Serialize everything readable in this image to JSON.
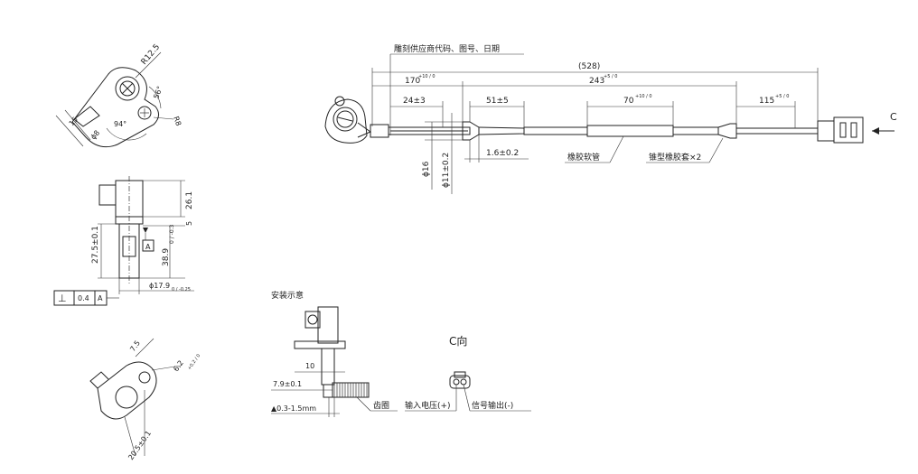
{
  "main_view": {
    "note_engraving": "雕刻供应商代码、图号、日期",
    "dim_total": "(528)",
    "dim_170": "170",
    "dim_170_tol": "+10 / 0",
    "dim_243": "243",
    "dim_243_tol": "+5 / 0",
    "dim_24": "24±3",
    "dim_51": "51±5",
    "dim_70": "70",
    "dim_70_tol": "+10 / 0",
    "dim_115": "115",
    "dim_115_tol": "+5 / 0",
    "dim_1_6": "1.6±0.2",
    "dim_phi16": "ϕ16",
    "dim_phi11": "ϕ11±0.2",
    "label_rubber_hose": "橡胶软管",
    "label_cone_sleeve": "锥型橡胶套×2",
    "view_arrow_label": "C"
  },
  "top_left_view": {
    "r12_5": "R12.5",
    "angle_56": "56°",
    "angle_94": "94°",
    "r8": "R8",
    "dim_phi8": "ϕ8",
    "dim_15": "15"
  },
  "side_view": {
    "dim_26_1": "26.1",
    "dim_5": "5",
    "dim_27_5": "27.5±0.1",
    "dim_38_9": "38.9",
    "dim_38_9_tol": "0 / -0.3",
    "dim_17_9": "ϕ17.9",
    "dim_17_9_tol": "0 / -0.25",
    "datum_a": "A",
    "tol_symbol": "⊥",
    "tol_value": "0.4",
    "tol_datum": "A"
  },
  "bottom_left_view": {
    "dim_7_5": "7.5",
    "dim_6_2": "6.2",
    "dim_6_2_tol": "+0.2 / 0",
    "dim_20_5": "20.5±0.1"
  },
  "install_view": {
    "title": "安装示意",
    "dim_10": "10",
    "dim_7_9": "7.9±0.1",
    "dim_gap": "▲0.3-1.5mm",
    "label_gear_ring": "齿圈"
  },
  "c_view": {
    "title": "C向",
    "label_input": "输入电压(+)",
    "label_signal": "信号输出(-)"
  }
}
